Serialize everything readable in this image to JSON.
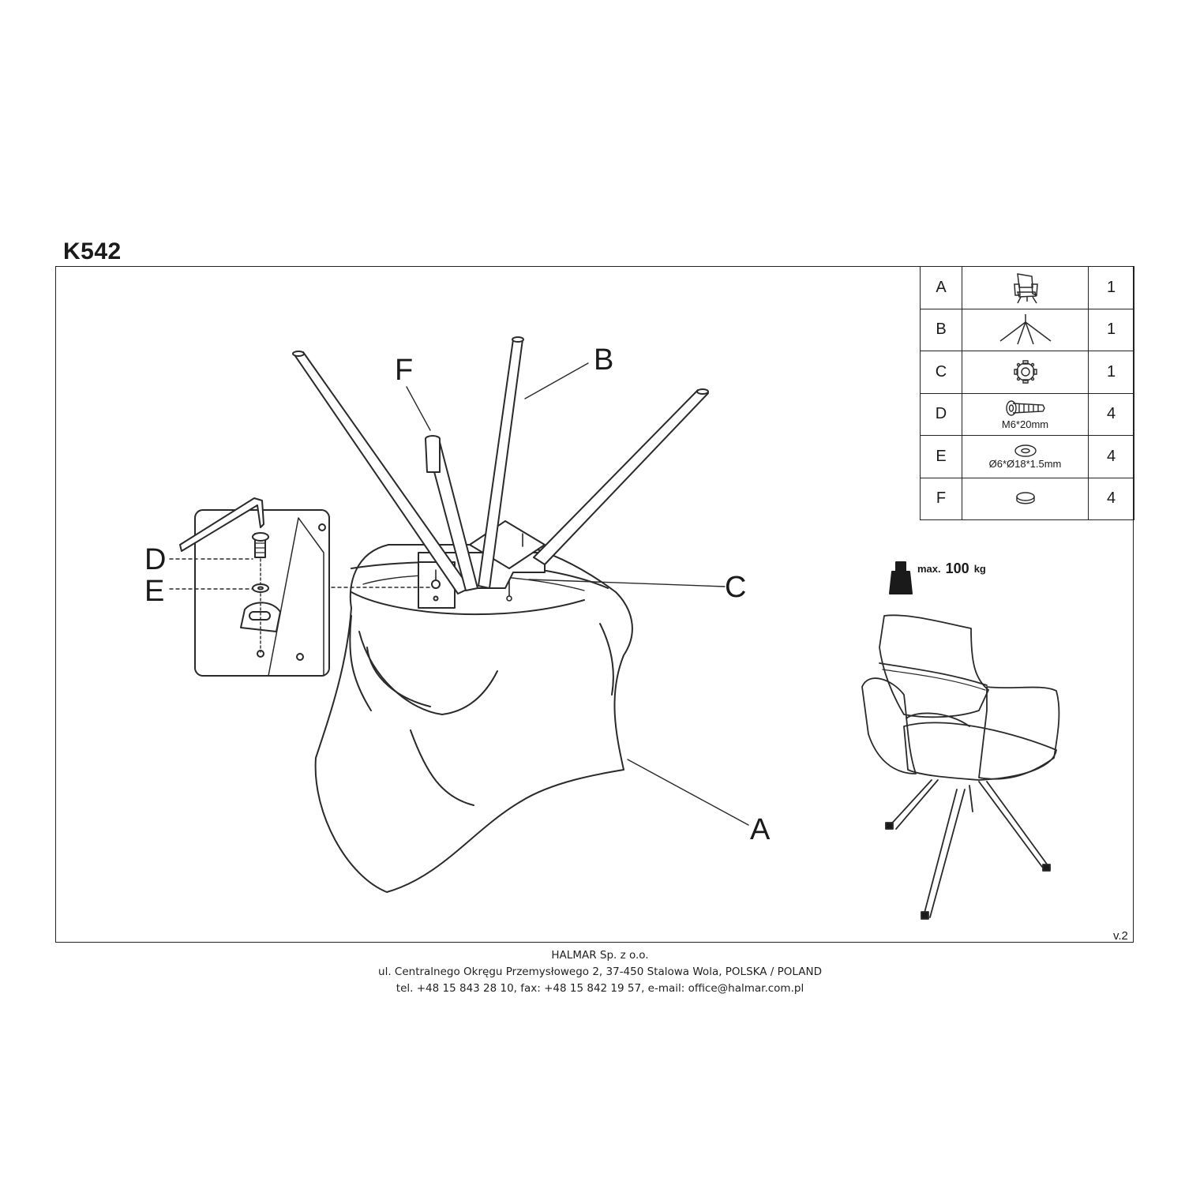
{
  "header": {
    "model": "K542"
  },
  "parts_table": [
    {
      "letter": "A",
      "icon": "chair-icon",
      "spec": "",
      "qty": "1"
    },
    {
      "letter": "B",
      "icon": "base-legs-icon",
      "spec": "",
      "qty": "1"
    },
    {
      "letter": "C",
      "icon": "swivel-mechanism-icon",
      "spec": "",
      "qty": "1"
    },
    {
      "letter": "D",
      "icon": "bolt-icon",
      "spec": "M6*20mm",
      "qty": "4"
    },
    {
      "letter": "E",
      "icon": "washer-icon",
      "spec": "Ø6*Ø18*1.5mm",
      "qty": "4"
    },
    {
      "letter": "F",
      "icon": "foot-cap-icon",
      "spec": "",
      "qty": "4"
    }
  ],
  "callouts": {
    "a": "A",
    "b": "B",
    "c": "C",
    "d": "D",
    "e": "E",
    "f": "F"
  },
  "max_load": {
    "prefix": "max.",
    "value": "100",
    "unit": "kg"
  },
  "version": "v.2",
  "footer": {
    "company": "HALMAR Sp. z o.o.",
    "address": "ul. Centralnego Okręgu Przemysłowego 2, 37-450 Stalowa Wola, POLSKA / POLAND",
    "contact": "tel. +48 15 843 28 10, fax: +48 15 842 19 57, e-mail: office@halmar.com.pl"
  }
}
